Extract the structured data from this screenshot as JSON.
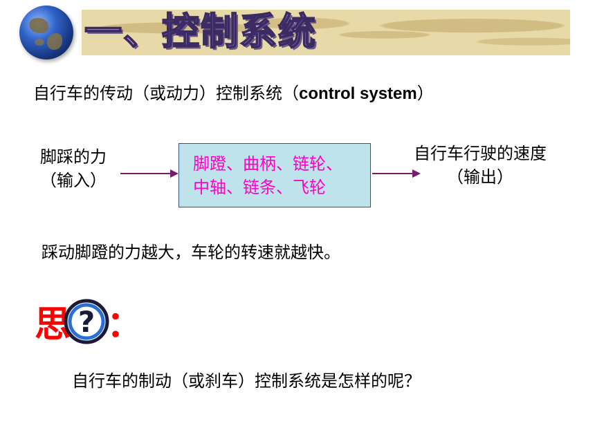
{
  "slide": {
    "title": "一、控制系统",
    "description_cn": "自行车的传动（或动力）控制系统（",
    "description_en": "control system",
    "description_end": "）",
    "diagram": {
      "input_line1": "脚踩的力",
      "input_line2": "（输入）",
      "process_line1": "脚蹬、曲柄、链轮、",
      "process_line2": "中轴、链条、飞轮",
      "output_line1": "自行车行驶的速度",
      "output_line2": "（输出）"
    },
    "explanation": "踩动脚蹬的力越大，车轮的转速就越快。",
    "think_label": "思考：",
    "question": "自行车的制动（或刹车）控制系统是怎样的呢？"
  },
  "colors": {
    "process_text": "#ff00cc",
    "think_text": "#ff0000",
    "arrow": "#7a1a6a",
    "box_fill": "#bfe3ea"
  }
}
